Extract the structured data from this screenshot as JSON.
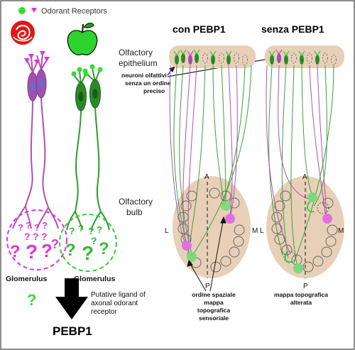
{
  "legend": {
    "label": "Odorant Receptors"
  },
  "titles": {
    "with": "con PEBP1",
    "without": "senza PEBP1"
  },
  "labels": {
    "epithelium_1": "Olfactory",
    "epithelium_2": "epithelium",
    "bulb_1": "Olfactory",
    "bulb_2": "bulb",
    "glomerulus_left": "Glomerulus",
    "glomerulus_right": "Glomerulus",
    "ligand_1": "Putative ligand of",
    "ligand_2": "axonal odorant",
    "ligand_3": "receptor",
    "pebp1": "PEBP1",
    "neurons_1": "neuroni olfattivi",
    "neurons_2": "senza un ordine",
    "neurons_3": "preciso",
    "spatial_1": "ordine spaziale",
    "spatial_2": "mappa",
    "spatial_3": "topografica",
    "spatial_4": "sensoriale",
    "altered_1": "mappa topografica",
    "altered_2": "alterata",
    "axis_A": "A",
    "axis_P": "P",
    "axis_L": "L",
    "axis_M": "M",
    "question": "?"
  },
  "colors": {
    "magenta": "#cc44cc",
    "purple_neuron": "#9b4fa8",
    "green": "#33aa33",
    "green_dark": "#1f7a1f",
    "tan": "#e8d0b8",
    "rose": "#e01818",
    "apple": "#22cc22"
  },
  "icons": [
    "rose-icon",
    "apple-icon",
    "down-arrow-icon"
  ]
}
